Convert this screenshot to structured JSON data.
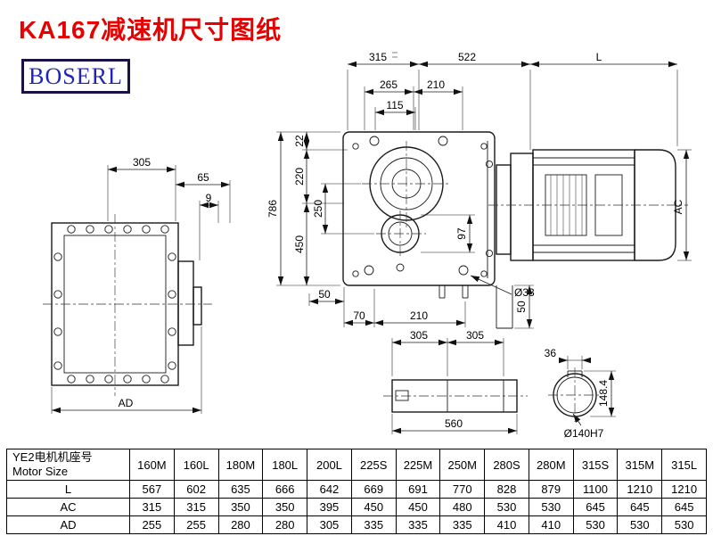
{
  "page": {
    "title": "KA167减速机尺寸图纸",
    "logo": "BOSERL"
  },
  "dims": {
    "top_315": "315",
    "top_522": "522",
    "top_L": "L",
    "w_265": "265",
    "w_210": "210",
    "w_115": "115",
    "h_22": "22",
    "h_220": "220",
    "h_450": "450",
    "h_250": "250",
    "h_786": "786",
    "h_97": "97",
    "lv_305": "305",
    "lv_65": "65",
    "lv_9": "9",
    "lv_AD": "AD",
    "b_50": "50",
    "b_70": "70",
    "b_210": "210",
    "dia_33": "Ø33",
    "r_50": "50",
    "r_AC": "AC",
    "s_305a": "305",
    "s_305b": "305",
    "s_560": "560",
    "k_36": "36",
    "k_148": "148.4",
    "k_dia": "Ø140H7"
  },
  "table": {
    "header_cn": "YE2电机机座号",
    "header_en": "Motor Size",
    "columns": [
      "160M",
      "160L",
      "180M",
      "180L",
      "200L",
      "225S",
      "225M",
      "250M",
      "280S",
      "280M",
      "315S",
      "315M",
      "315L"
    ],
    "rows": [
      {
        "label": "L",
        "values": [
          567,
          602,
          635,
          666,
          642,
          669,
          691,
          770,
          828,
          879,
          1100,
          1210,
          1210
        ]
      },
      {
        "label": "AC",
        "values": [
          315,
          315,
          350,
          350,
          395,
          450,
          450,
          480,
          530,
          530,
          645,
          645,
          645
        ]
      },
      {
        "label": "AD",
        "values": [
          255,
          255,
          280,
          280,
          305,
          335,
          335,
          335,
          410,
          410,
          530,
          530,
          530
        ]
      }
    ]
  }
}
